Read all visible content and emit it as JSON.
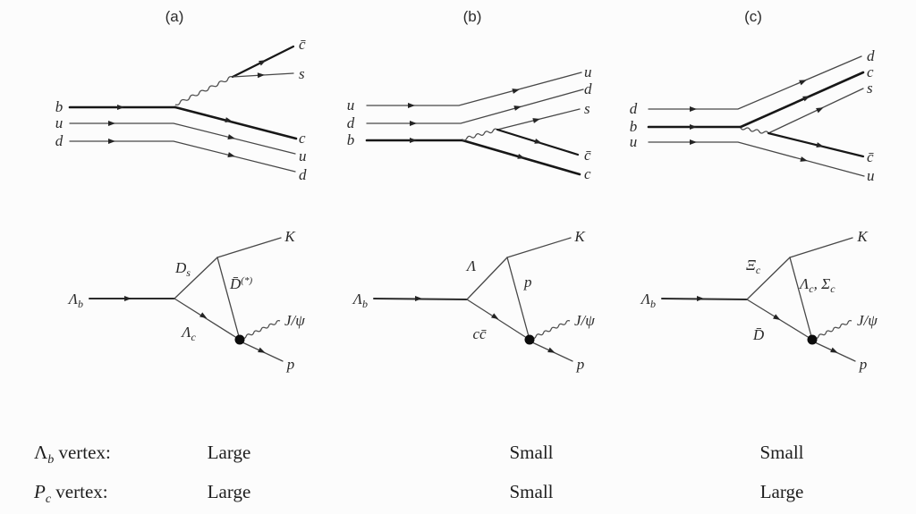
{
  "headers": {
    "a": "(a)",
    "b": "(b)",
    "c": "(c)"
  },
  "colors": {
    "line": "#474747",
    "heavy": "#171717",
    "text": "#2a2a2a",
    "background": "#fcfcfc"
  },
  "quark_diagrams": {
    "a": {
      "in1": "b",
      "in2": "u",
      "in3": "d",
      "out1": "c̄",
      "out2": "s",
      "out3": "c",
      "out4": "u",
      "out5": "d"
    },
    "b": {
      "in1": "u",
      "in2": "d",
      "in3": "b",
      "out1": "u",
      "out2": "d",
      "out3": "s",
      "out4": "c̄",
      "out5": "c"
    },
    "c": {
      "in1": "d",
      "in2": "b",
      "in3": "u",
      "out1": "d",
      "out2": "c",
      "out3": "s",
      "out4": "c̄",
      "out5": "u"
    }
  },
  "triangles": {
    "a": {
      "init_main": "Λ",
      "init_sub": "b",
      "upper_main": "D",
      "upper_sub": "s",
      "exch_main": "D̄",
      "exch_sup": "(*)",
      "lower_main": "Λ",
      "lower_sub": "c",
      "kaon": "K",
      "vector": "J/ψ",
      "proton": "p"
    },
    "b": {
      "init_main": "Λ",
      "init_sub": "b",
      "upper_main": "Λ",
      "exch_main": "p",
      "lower_main": "cc̄",
      "kaon": "K",
      "vector": "J/ψ",
      "proton": "p"
    },
    "c": {
      "init_main": "Λ",
      "init_sub": "b",
      "upper_main": "Ξ",
      "upper_sub": "c",
      "exch_1": "Λ",
      "exch_1sub": "c",
      "exch_2": ", Σ",
      "exch_2sub": "c",
      "lower_main": "D̄",
      "kaon": "K",
      "vector": "J/ψ",
      "proton": "p"
    }
  },
  "table": {
    "rows": [
      {
        "p_main": "Λ",
        "p_sub": "b",
        "suffix": " vertex:",
        "values": [
          "Large",
          "Small",
          "Small"
        ]
      },
      {
        "p_main": "P",
        "p_sub": "c",
        "suffix": " vertex:",
        "values": [
          "Large",
          "Small",
          "Large"
        ]
      }
    ]
  }
}
